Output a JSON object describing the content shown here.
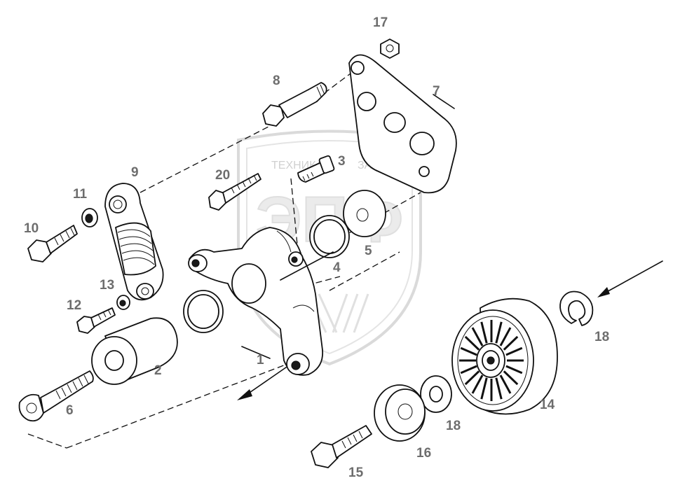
{
  "watermark": {
    "left_word": "ТЕХНИКА",
    "right_word": "ЗАПЧАСТИ",
    "logo_letters": "ЭПФ"
  },
  "callouts": {
    "c1": "1",
    "c2": "2",
    "c3": "3",
    "c4": "4",
    "c5": "5",
    "c6": "6",
    "c7": "7",
    "c8": "8",
    "c9": "9",
    "c10": "10",
    "c11": "11",
    "c12": "12",
    "c13": "13",
    "c14": "14",
    "c15": "15",
    "c16": "16",
    "c17": "17",
    "c18a": "18",
    "c18b": "18",
    "c20": "20"
  },
  "colors": {
    "line": "#111111",
    "callout": "#6d6d6d",
    "watermark": "#d9d9d9"
  }
}
